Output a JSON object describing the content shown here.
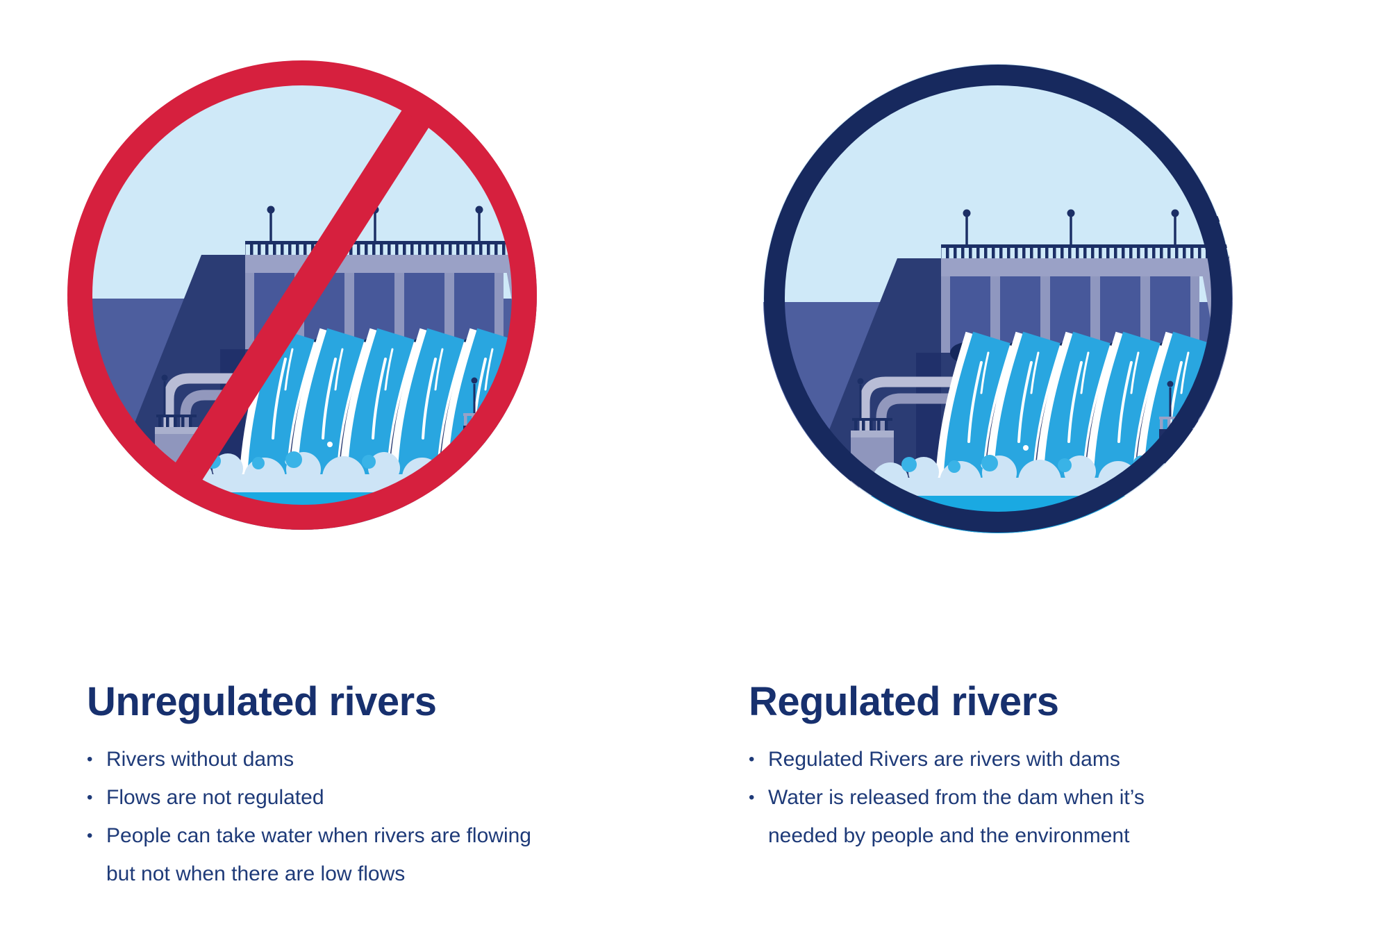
{
  "page": {
    "background": "#ffffff"
  },
  "colors": {
    "prohibition_red": "#d6203e",
    "ring_navy": "#17295e",
    "title_navy": "#17306e",
    "text_navy": "#1e3a78",
    "water_cyan": "#1aa9e2",
    "sky_blue": "#cfe9f8",
    "dam_concrete": "#9aa1c6",
    "embankment_navy": "#2b3c74"
  },
  "bullet_char": "•",
  "left": {
    "icon": "dam-prohibited-illustration",
    "title": "Unregulated rivers",
    "bullets": [
      {
        "lines": [
          "Rivers without dams",
          ""
        ]
      },
      {
        "lines": [
          "Flows are not regulated",
          ""
        ]
      },
      {
        "lines": [
          "People can take water when rivers are flowing",
          "but not when there are low flows"
        ]
      }
    ]
  },
  "right": {
    "icon": "dam-illustration",
    "title": "Regulated rivers",
    "bullets": [
      {
        "lines": [
          "Regulated Rivers are rivers with dams",
          ""
        ]
      },
      {
        "lines": [
          "Water is released from the dam when it’s",
          "needed by people and the environment"
        ]
      }
    ]
  }
}
